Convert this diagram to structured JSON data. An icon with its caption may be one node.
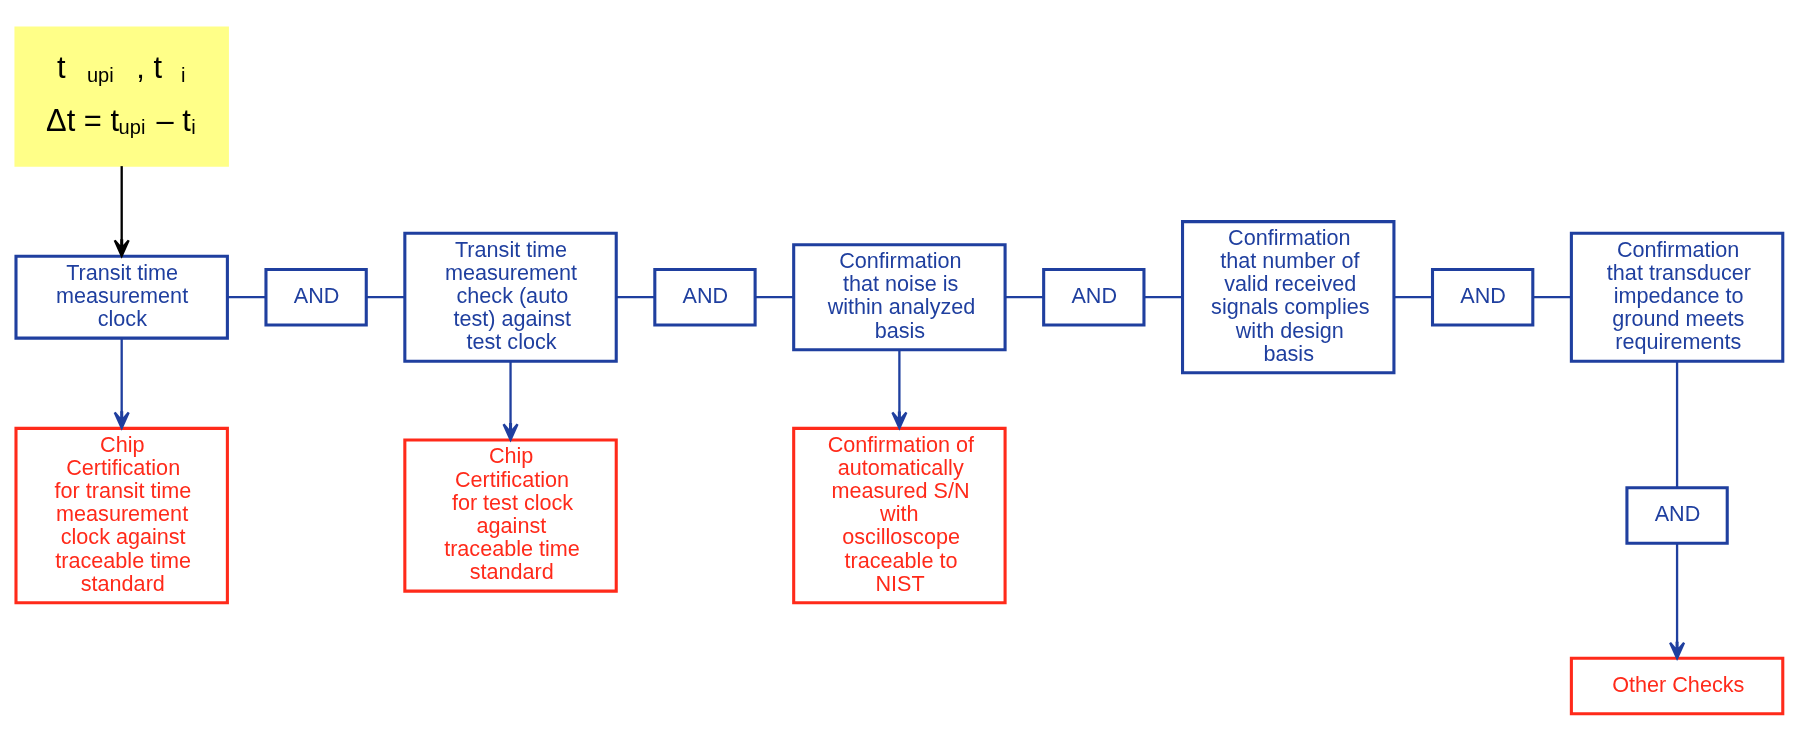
{
  "diagram": {
    "nodes": [
      {
        "text": [
          "t$_{upi}$, t$_{i}$",
          "Δt = t$_{upi}$ – t$_{i}$"
        ]
      },
      {
        "text": [
          "Transit time measurement clock"
        ]
      },
      {
        "text": [
          "AND"
        ]
      },
      {
        "text": [
          "Transit time measurement check (auto test) against test clock"
        ]
      },
      {
        "text": [
          "AND"
        ]
      },
      {
        "text": [
          "Confirmation that noise is within analyzed basis"
        ]
      },
      {
        "text": [
          "AND"
        ]
      },
      {
        "text": [
          "Confirmation that number of valid received signals complies with design basis"
        ]
      },
      {
        "text": [
          "AND"
        ]
      },
      {
        "text": [
          "Confirmation that transducer impedance to ground meets requirements"
        ]
      },
      {
        "text": [
          "AND"
        ]
      },
      {
        "text": [
          "Chip Certification for transit time measurement clock against traceable time standard"
        ]
      },
      {
        "text": [
          "Chip Certification for test clock against traceable time standard"
        ]
      },
      {
        "text": [
          "Confirmation of automatically measured S/N with oscilloscope traceable to NIST"
        ]
      },
      {
        "text": [
          "Other Checks"
        ]
      }
    ],
    "edges": [
      {
        "from": 0,
        "to": 1,
        "arrow": "to",
        "color": "#000000"
      },
      {
        "from": 1,
        "to": 2,
        "arrow": "none"
      },
      {
        "from": 2,
        "to": 3,
        "arrow": "none"
      },
      {
        "from": 3,
        "to": 4,
        "arrow": "none"
      },
      {
        "from": 4,
        "to": 5,
        "arrow": "none"
      },
      {
        "from": 5,
        "to": 6,
        "arrow": "none"
      },
      {
        "from": 6,
        "to": 7,
        "arrow": "none"
      },
      {
        "from": 7,
        "to": 8,
        "arrow": "none"
      },
      {
        "from": 8,
        "to": 9,
        "arrow": "none"
      },
      {
        "from": 1,
        "to": 11,
        "arrow": "to"
      },
      {
        "from": 3,
        "to": 12,
        "arrow": "to"
      },
      {
        "from": 5,
        "to": 13,
        "arrow": "to"
      },
      {
        "from": 9,
        "to": 10,
        "arrow": "none"
      },
      {
        "from": 10,
        "to": 14,
        "arrow": "to"
      }
    ]
  }
}
